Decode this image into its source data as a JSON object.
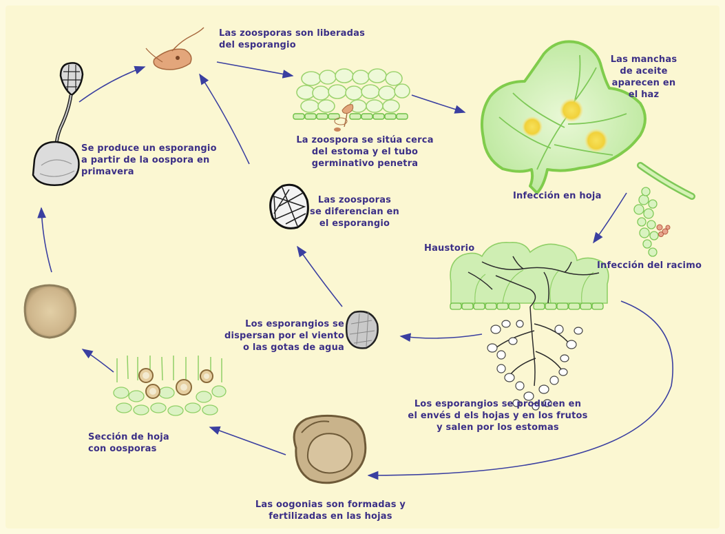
{
  "labels": {
    "zoospores_released": "Las zoosporas son liberadas\ndel esporangio",
    "zoospore_stoma": "La zoospora se sitúa cerca\ndel estoma y el tubo\ngerminativo penetra",
    "oil_spots": "Las manchas\nde aceite\naparecen en\nel haz",
    "leaf_infection": "Infección en hoja",
    "cluster_infection": "Infección del racimo",
    "haustorium": "Haustorio",
    "sporangia_produced": "Los esporangios se producen en\nel envés d els hojas y en los frutos\ny salen por los estomas",
    "oogonia": "Las oogonias son formadas y\nfertilizadas en las hojas",
    "leaf_section": "Sección de hoja\ncon oosporas",
    "sporangia_dispersed": "Los esporangios se\ndispersan por el viento\no las gotas de agua",
    "zoospores_differentiate": "Las zoosporas\nse diferencian en\nel esporangio",
    "sporangium_from_oospore": "Se produce un esporangio\na partir de la oospora en\nprimavera"
  },
  "colors": {
    "label_text": "#3b2f86",
    "arrow": "#3a3fa0",
    "leaf_green": "#9fdc7a",
    "oil_spot": "#f3d23c",
    "background": "#fbf7d2"
  }
}
